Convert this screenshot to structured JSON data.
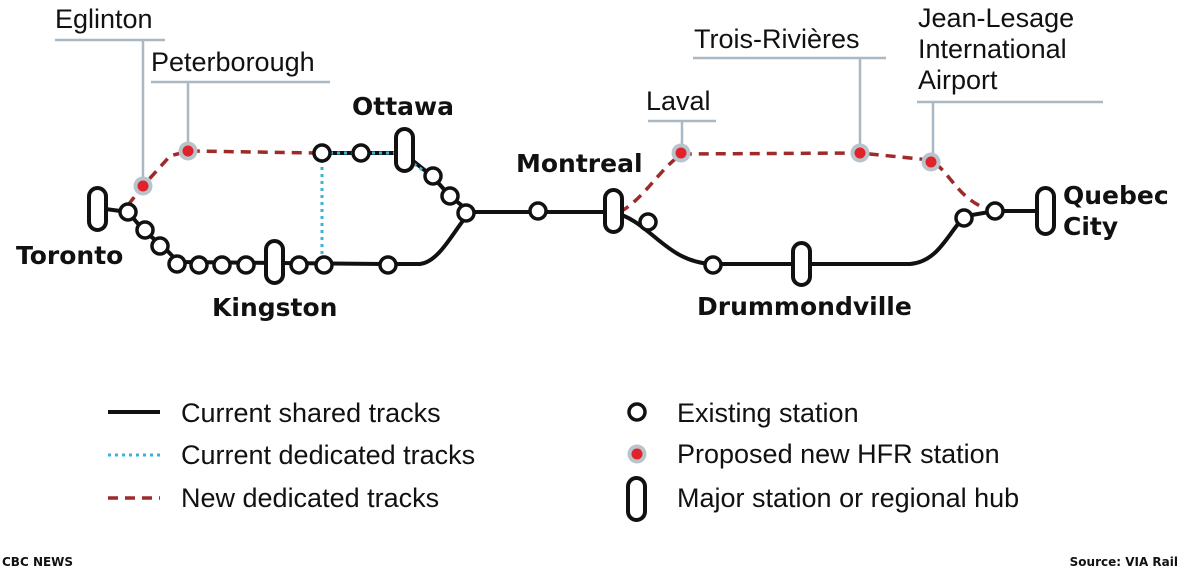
{
  "colors": {
    "shared": "#111111",
    "current_dedicated": "#3bb3d9",
    "new_dedicated": "#9e2a2a",
    "proposed_fill": "#e0222a",
    "proposed_ring": "#b9c3cc",
    "callout_line": "#a9b8c3"
  },
  "stations": {
    "toronto": "Toronto",
    "kingston": "Kingston",
    "ottawa": "Ottawa",
    "montreal": "Montreal",
    "drummondville": "Drummondville",
    "quebec_city": [
      "Quebec",
      "City"
    ]
  },
  "proposed": {
    "eglinton": "Eglinton",
    "peterborough": "Peterborough",
    "laval": "Laval",
    "trois_rivieres": "Trois-Rivières",
    "jean_lesage": [
      "Jean-Lesage",
      "International",
      "Airport"
    ]
  },
  "legend": {
    "shared": "Current shared tracks",
    "current_dedicated": "Current dedicated tracks",
    "new_dedicated": "New dedicated tracks",
    "existing_station": "Existing station",
    "proposed_station": "Proposed new HFR station",
    "major_station": "Major station or regional hub"
  },
  "footer": {
    "credit": "CBC NEWS",
    "source": "Source: VIA Rail"
  }
}
